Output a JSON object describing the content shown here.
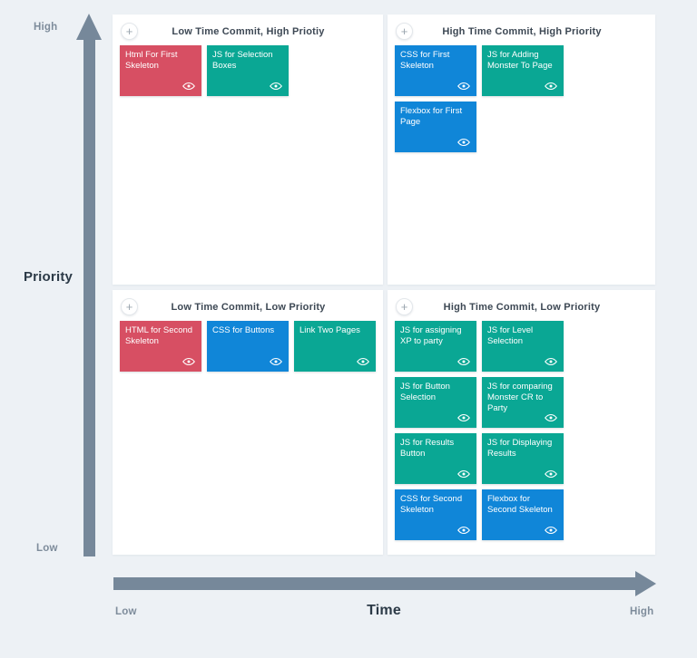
{
  "axes": {
    "priority_label": "Priority",
    "priority_high": "High",
    "priority_low": "Low",
    "time_label": "Time",
    "time_low": "Low",
    "time_high": "High"
  },
  "ui": {
    "add_button": "+"
  },
  "colors": {
    "card_red": "#d74f63",
    "card_teal": "#0aa794",
    "card_blue": "#1086d8",
    "arrow": "#76889a",
    "background": "#edf1f5",
    "panel": "#ffffff",
    "heading_text": "#3d4854"
  },
  "quadrants": [
    {
      "id": "low-time-high-priority",
      "title": "Low Time Commit, High Priotiy",
      "cards": [
        {
          "label": "Html For First Skeleton",
          "color": "red"
        },
        {
          "label": "JS for Selection Boxes",
          "color": "teal"
        }
      ]
    },
    {
      "id": "high-time-high-priority",
      "title": "High Time Commit, High Priority",
      "cards": [
        {
          "label": "CSS for First Skeleton",
          "color": "blue"
        },
        {
          "label": "JS for Adding Monster To Page",
          "color": "teal"
        },
        {
          "label": "Flexbox for First Page",
          "color": "blue"
        }
      ]
    },
    {
      "id": "low-time-low-priority",
      "title": "Low Time Commit, Low Priority",
      "cards": [
        {
          "label": "HTML for Second Skeleton",
          "color": "red"
        },
        {
          "label": "CSS for Buttons",
          "color": "blue"
        },
        {
          "label": "Link Two Pages",
          "color": "teal"
        }
      ]
    },
    {
      "id": "high-time-low-priority",
      "title": "High Time Commit, Low Priority",
      "cards": [
        {
          "label": "JS for assigning XP to party",
          "color": "teal"
        },
        {
          "label": "JS for Level Selection",
          "color": "teal"
        },
        {
          "label": "JS for Button Selection",
          "color": "teal"
        },
        {
          "label": "JS for comparing Monster CR to Party",
          "color": "teal"
        },
        {
          "label": "JS for Results Button",
          "color": "teal"
        },
        {
          "label": "JS for Displaying Results",
          "color": "teal"
        },
        {
          "label": "CSS for Second Skeleton",
          "color": "blue"
        },
        {
          "label": "Flexbox for Second Skeleton",
          "color": "blue"
        }
      ]
    }
  ]
}
